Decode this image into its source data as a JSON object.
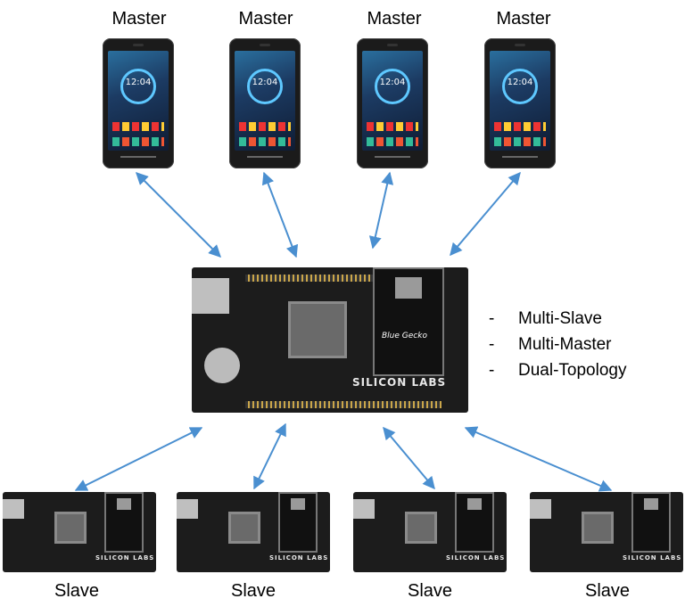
{
  "masters": [
    {
      "label": "Master",
      "time": "12:04"
    },
    {
      "label": "Master",
      "time": "12:04"
    },
    {
      "label": "Master",
      "time": "12:04"
    },
    {
      "label": "Master",
      "time": "12:04"
    }
  ],
  "slaves": [
    {
      "label": "Slave"
    },
    {
      "label": "Slave"
    },
    {
      "label": "Slave"
    },
    {
      "label": "Slave"
    }
  ],
  "central_board": {
    "logo": "SILICON LABS",
    "module_label": "Blue Gecko"
  },
  "features": [
    "Multi-Slave",
    "Multi-Master",
    "Dual-Topology"
  ],
  "colors": {
    "arrow": "#4a8fd0",
    "board": "#1c1c1c"
  }
}
